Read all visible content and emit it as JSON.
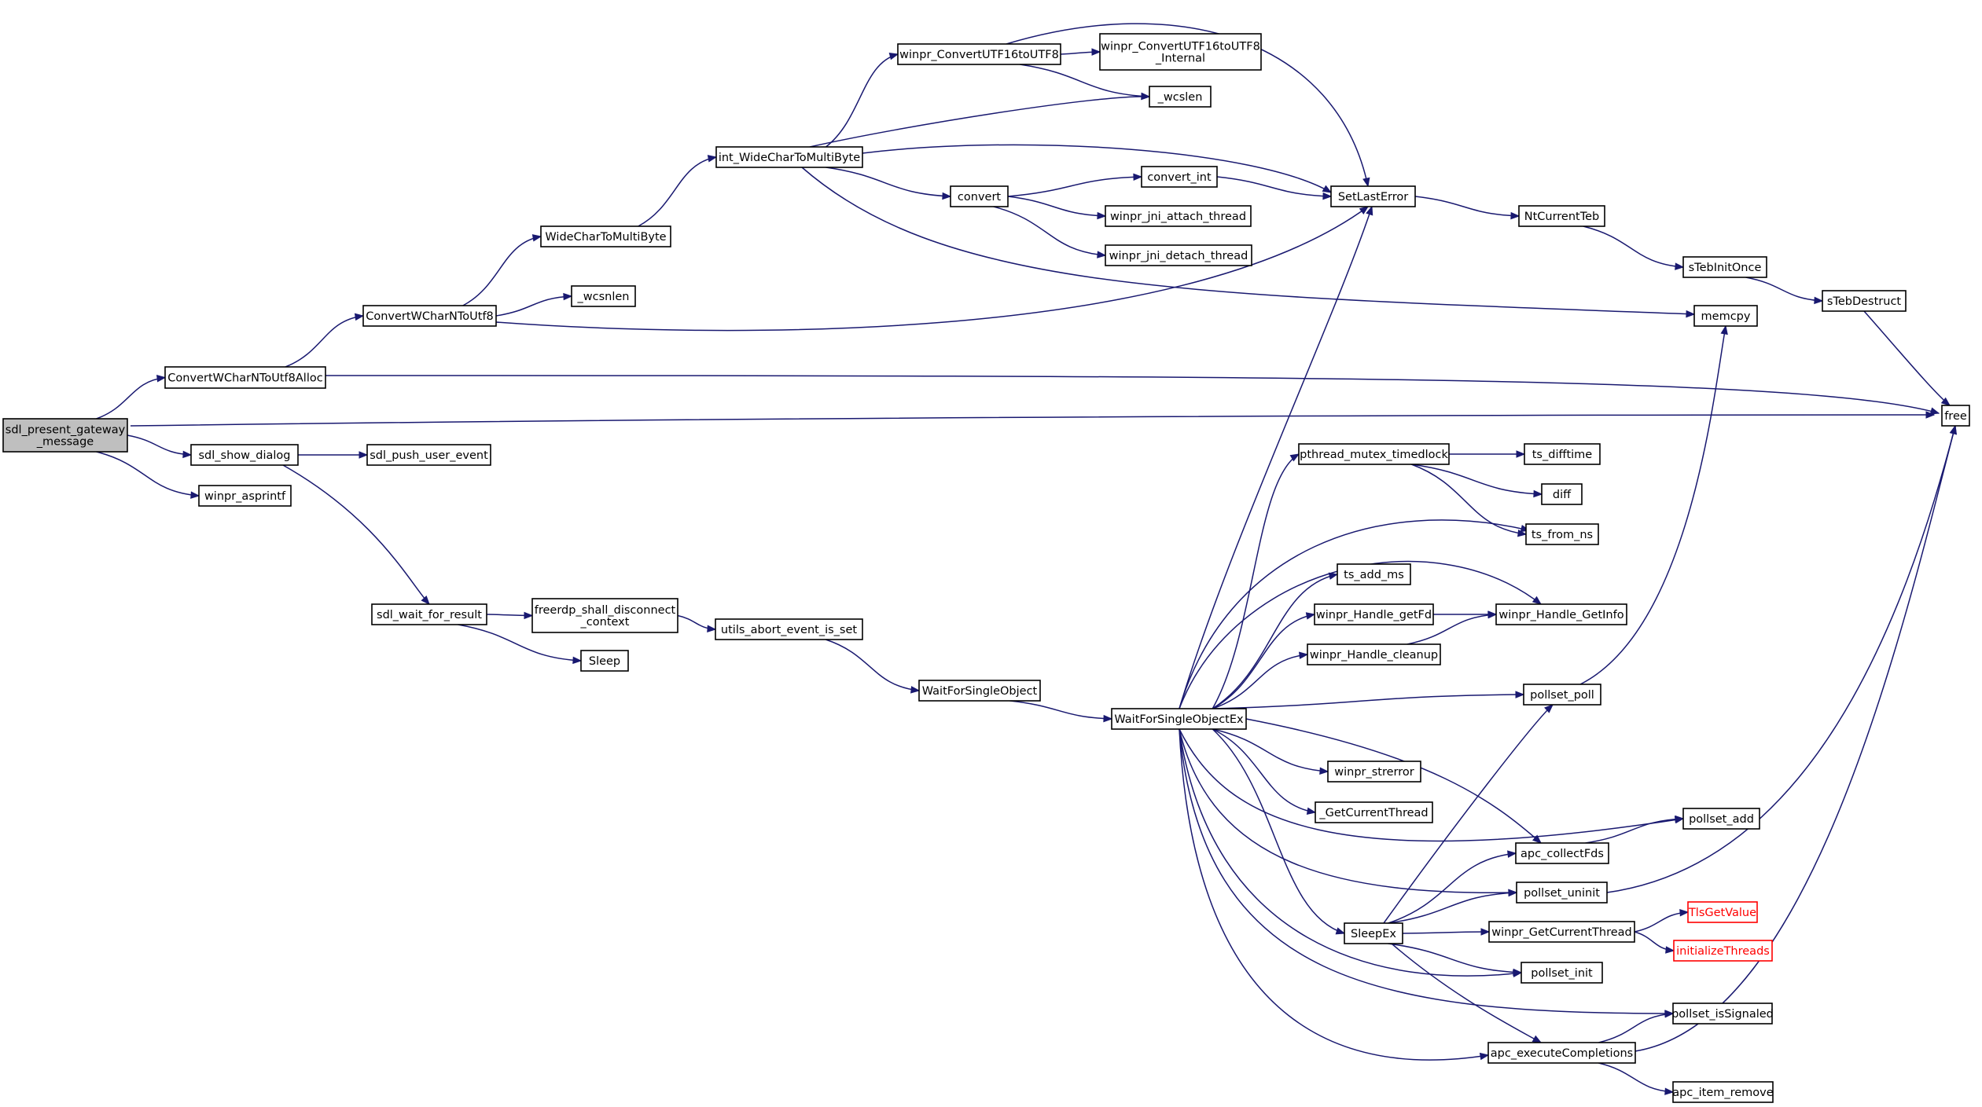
{
  "graph": {
    "edge_color": "#191970",
    "node_border_color": "#000000",
    "root_fill": "#bfbfbf",
    "truncated_border_color": "#ff0000",
    "nodes": [
      {
        "id": "sdl_present_gateway_message",
        "lines": [
          "sdl_present_gateway",
          "_message"
        ],
        "style": "root"
      },
      {
        "id": "ConvertWCharNToUtf8Alloc",
        "lines": [
          "ConvertWCharNToUtf8Alloc"
        ]
      },
      {
        "id": "sdl_show_dialog",
        "lines": [
          "sdl_show_dialog"
        ]
      },
      {
        "id": "winpr_asprintf",
        "lines": [
          "winpr_asprintf"
        ]
      },
      {
        "id": "free",
        "lines": [
          "free"
        ]
      },
      {
        "id": "ConvertWCharNToUtf8",
        "lines": [
          "ConvertWCharNToUtf8"
        ]
      },
      {
        "id": "_wcsnlen",
        "lines": [
          "_wcsnlen"
        ]
      },
      {
        "id": "WideCharToMultiByte",
        "lines": [
          "WideCharToMultiByte"
        ]
      },
      {
        "id": "int_WideCharToMultiByte",
        "lines": [
          "int_WideCharToMultiByte"
        ]
      },
      {
        "id": "winpr_ConvertUTF16toUTF8",
        "lines": [
          "winpr_ConvertUTF16toUTF8"
        ]
      },
      {
        "id": "winpr_ConvertUTF16toUTF8_Internal",
        "lines": [
          "winpr_ConvertUTF16toUTF8",
          "_Internal"
        ]
      },
      {
        "id": "_wcslen",
        "lines": [
          "_wcslen"
        ]
      },
      {
        "id": "convert",
        "lines": [
          "convert"
        ]
      },
      {
        "id": "convert_int",
        "lines": [
          "convert_int"
        ]
      },
      {
        "id": "winpr_jni_attach_thread",
        "lines": [
          "winpr_jni_attach_thread"
        ]
      },
      {
        "id": "winpr_jni_detach_thread",
        "lines": [
          "winpr_jni_detach_thread"
        ]
      },
      {
        "id": "SetLastError",
        "lines": [
          "SetLastError"
        ]
      },
      {
        "id": "NtCurrentTeb",
        "lines": [
          "NtCurrentTeb"
        ]
      },
      {
        "id": "sTebInitOnce",
        "lines": [
          "sTebInitOnce"
        ]
      },
      {
        "id": "sTebDestruct",
        "lines": [
          "sTebDestruct"
        ]
      },
      {
        "id": "memcpy",
        "lines": [
          "memcpy"
        ]
      },
      {
        "id": "sdl_push_user_event",
        "lines": [
          "sdl_push_user_event"
        ]
      },
      {
        "id": "sdl_wait_for_result",
        "lines": [
          "sdl_wait_for_result"
        ]
      },
      {
        "id": "freerdp_shall_disconnect_context",
        "lines": [
          "freerdp_shall_disconnect",
          "_context"
        ]
      },
      {
        "id": "Sleep",
        "lines": [
          "Sleep"
        ]
      },
      {
        "id": "utils_abort_event_is_set",
        "lines": [
          "utils_abort_event_is_set"
        ]
      },
      {
        "id": "WaitForSingleObject",
        "lines": [
          "WaitForSingleObject"
        ]
      },
      {
        "id": "WaitForSingleObjectEx",
        "lines": [
          "WaitForSingleObjectEx"
        ]
      },
      {
        "id": "pthread_mutex_timedlock",
        "lines": [
          "pthread_mutex_timedlock"
        ]
      },
      {
        "id": "ts_difftime",
        "lines": [
          "ts_difftime"
        ]
      },
      {
        "id": "diff",
        "lines": [
          "diff"
        ]
      },
      {
        "id": "ts_from_ns",
        "lines": [
          "ts_from_ns"
        ]
      },
      {
        "id": "ts_add_ms",
        "lines": [
          "ts_add_ms"
        ]
      },
      {
        "id": "winpr_Handle_getFd",
        "lines": [
          "winpr_Handle_getFd"
        ]
      },
      {
        "id": "winpr_Handle_GetInfo",
        "lines": [
          "winpr_Handle_GetInfo"
        ]
      },
      {
        "id": "winpr_Handle_cleanup",
        "lines": [
          "winpr_Handle_cleanup"
        ]
      },
      {
        "id": "pollset_poll",
        "lines": [
          "pollset_poll"
        ]
      },
      {
        "id": "winpr_strerror",
        "lines": [
          "winpr_strerror"
        ]
      },
      {
        "id": "_GetCurrentThread",
        "lines": [
          "_GetCurrentThread"
        ]
      },
      {
        "id": "pollset_add",
        "lines": [
          "pollset_add"
        ]
      },
      {
        "id": "apc_collectFds",
        "lines": [
          "apc_collectFds"
        ]
      },
      {
        "id": "pollset_uninit",
        "lines": [
          "pollset_uninit"
        ]
      },
      {
        "id": "SleepEx",
        "lines": [
          "SleepEx"
        ]
      },
      {
        "id": "winpr_GetCurrentThread",
        "lines": [
          "winpr_GetCurrentThread"
        ]
      },
      {
        "id": "TlsGetValue",
        "lines": [
          "TlsGetValue"
        ],
        "style": "red"
      },
      {
        "id": "initializeThreads",
        "lines": [
          "initializeThreads"
        ],
        "style": "red"
      },
      {
        "id": "pollset_init",
        "lines": [
          "pollset_init"
        ]
      },
      {
        "id": "pollset_isSignaled",
        "lines": [
          "pollset_isSignaled"
        ]
      },
      {
        "id": "apc_executeCompletions",
        "lines": [
          "apc_executeCompletions"
        ]
      },
      {
        "id": "apc_item_remove",
        "lines": [
          "apc_item_remove"
        ]
      }
    ],
    "edges": [
      [
        "sdl_present_gateway_message",
        "ConvertWCharNToUtf8Alloc"
      ],
      [
        "sdl_present_gateway_message",
        "free"
      ],
      [
        "sdl_present_gateway_message",
        "sdl_show_dialog"
      ],
      [
        "sdl_present_gateway_message",
        "winpr_asprintf"
      ],
      [
        "ConvertWCharNToUtf8Alloc",
        "ConvertWCharNToUtf8"
      ],
      [
        "ConvertWCharNToUtf8Alloc",
        "free"
      ],
      [
        "ConvertWCharNToUtf8",
        "WideCharToMultiByte"
      ],
      [
        "ConvertWCharNToUtf8",
        "_wcsnlen"
      ],
      [
        "ConvertWCharNToUtf8",
        "SetLastError"
      ],
      [
        "WideCharToMultiByte",
        "int_WideCharToMultiByte"
      ],
      [
        "int_WideCharToMultiByte",
        "winpr_ConvertUTF16toUTF8"
      ],
      [
        "int_WideCharToMultiByte",
        "_wcslen"
      ],
      [
        "int_WideCharToMultiByte",
        "SetLastError"
      ],
      [
        "int_WideCharToMultiByte",
        "convert"
      ],
      [
        "int_WideCharToMultiByte",
        "memcpy"
      ],
      [
        "winpr_ConvertUTF16toUTF8",
        "winpr_ConvertUTF16toUTF8_Internal"
      ],
      [
        "winpr_ConvertUTF16toUTF8",
        "_wcslen"
      ],
      [
        "winpr_ConvertUTF16toUTF8",
        "SetLastError"
      ],
      [
        "convert",
        "convert_int"
      ],
      [
        "convert",
        "winpr_jni_attach_thread"
      ],
      [
        "convert",
        "winpr_jni_detach_thread"
      ],
      [
        "convert_int",
        "SetLastError"
      ],
      [
        "SetLastError",
        "NtCurrentTeb"
      ],
      [
        "NtCurrentTeb",
        "sTebInitOnce"
      ],
      [
        "sTebInitOnce",
        "sTebDestruct"
      ],
      [
        "sTebDestruct",
        "free"
      ],
      [
        "sdl_show_dialog",
        "sdl_push_user_event"
      ],
      [
        "sdl_show_dialog",
        "sdl_wait_for_result"
      ],
      [
        "sdl_wait_for_result",
        "freerdp_shall_disconnect_context"
      ],
      [
        "sdl_wait_for_result",
        "Sleep"
      ],
      [
        "freerdp_shall_disconnect_context",
        "utils_abort_event_is_set"
      ],
      [
        "utils_abort_event_is_set",
        "WaitForSingleObject"
      ],
      [
        "WaitForSingleObject",
        "WaitForSingleObjectEx"
      ],
      [
        "WaitForSingleObjectEx",
        "SetLastError"
      ],
      [
        "WaitForSingleObjectEx",
        "pthread_mutex_timedlock"
      ],
      [
        "WaitForSingleObjectEx",
        "ts_from_ns"
      ],
      [
        "WaitForSingleObjectEx",
        "winpr_Handle_GetInfo"
      ],
      [
        "WaitForSingleObjectEx",
        "ts_add_ms"
      ],
      [
        "WaitForSingleObjectEx",
        "winpr_Handle_getFd"
      ],
      [
        "WaitForSingleObjectEx",
        "winpr_Handle_cleanup"
      ],
      [
        "WaitForSingleObjectEx",
        "pollset_poll"
      ],
      [
        "WaitForSingleObjectEx",
        "winpr_strerror"
      ],
      [
        "WaitForSingleObjectEx",
        "_GetCurrentThread"
      ],
      [
        "WaitForSingleObjectEx",
        "pollset_add"
      ],
      [
        "WaitForSingleObjectEx",
        "apc_collectFds"
      ],
      [
        "WaitForSingleObjectEx",
        "pollset_uninit"
      ],
      [
        "WaitForSingleObjectEx",
        "SleepEx"
      ],
      [
        "WaitForSingleObjectEx",
        "pollset_init"
      ],
      [
        "WaitForSingleObjectEx",
        "pollset_isSignaled"
      ],
      [
        "WaitForSingleObjectEx",
        "apc_executeCompletions"
      ],
      [
        "pthread_mutex_timedlock",
        "ts_difftime"
      ],
      [
        "pthread_mutex_timedlock",
        "diff"
      ],
      [
        "pthread_mutex_timedlock",
        "ts_from_ns"
      ],
      [
        "winpr_Handle_getFd",
        "winpr_Handle_GetInfo"
      ],
      [
        "winpr_Handle_cleanup",
        "winpr_Handle_GetInfo"
      ],
      [
        "pollset_poll",
        "memcpy"
      ],
      [
        "apc_collectFds",
        "pollset_add"
      ],
      [
        "pollset_uninit",
        "free"
      ],
      [
        "SleepEx",
        "pollset_poll"
      ],
      [
        "SleepEx",
        "apc_collectFds"
      ],
      [
        "SleepEx",
        "pollset_uninit"
      ],
      [
        "SleepEx",
        "winpr_GetCurrentThread"
      ],
      [
        "SleepEx",
        "pollset_init"
      ],
      [
        "SleepEx",
        "apc_executeCompletions"
      ],
      [
        "winpr_GetCurrentThread",
        "TlsGetValue"
      ],
      [
        "winpr_GetCurrentThread",
        "initializeThreads"
      ],
      [
        "apc_executeCompletions",
        "pollset_isSignaled"
      ],
      [
        "apc_executeCompletions",
        "apc_item_remove"
      ],
      [
        "apc_executeCompletions",
        "free"
      ]
    ]
  }
}
